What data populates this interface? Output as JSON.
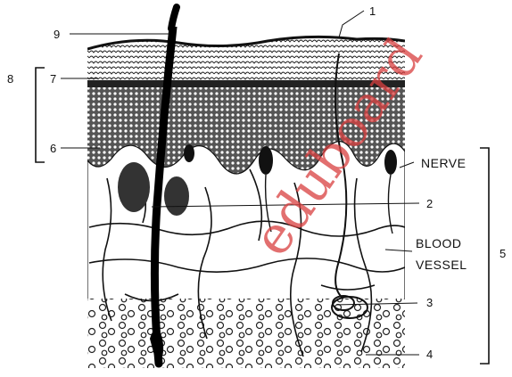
{
  "labels": {
    "n1": "1",
    "n2": "2",
    "n3": "3",
    "n4": "4",
    "n5": "5",
    "n6": "6",
    "n7": "7",
    "n8": "8",
    "n9": "9",
    "nerve": "NERVE",
    "blood": "BLOOD",
    "vessel": "VESSEL"
  },
  "watermark": "eduboard",
  "colors": {
    "ink": "#111111",
    "watermark": "#d94040"
  }
}
